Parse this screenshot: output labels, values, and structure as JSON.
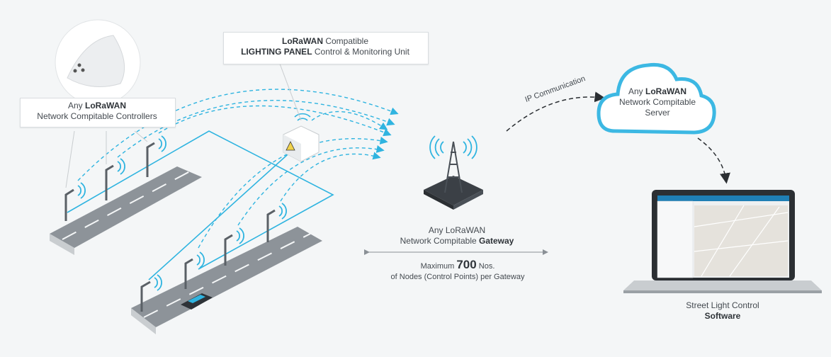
{
  "controllers": {
    "line1_prefix": "Any ",
    "line1_brand": "LoRaWAN",
    "line2": "Network Compitable Controllers"
  },
  "panel": {
    "line1_brand": "LoRaWAN",
    "line1_suffix": " Compatible",
    "line2_bold": "LIGHTING PANEL",
    "line2_suffix": " Control & Monitoring Unit"
  },
  "gateway": {
    "line1": "Any LoRaWAN",
    "line2_prefix": "Network Compitable ",
    "line2_bold": "Gateway",
    "capacity_prefix": "Maximum ",
    "capacity_value": "700",
    "capacity_suffix": " Nos.",
    "capacity_line2": "of Nodes (Control Points) per Gateway"
  },
  "link": {
    "label": "IP Communication"
  },
  "server": {
    "line1_prefix": "Any ",
    "line1_brand": "LoRaWAN",
    "line2": "Network Compitable",
    "line3": "Server"
  },
  "software": {
    "line1": "Street Light Control",
    "line2": "Software"
  },
  "colors": {
    "accent_blue": "#2fb4e0",
    "road": "#8a9096",
    "text": "#3a3f44"
  }
}
